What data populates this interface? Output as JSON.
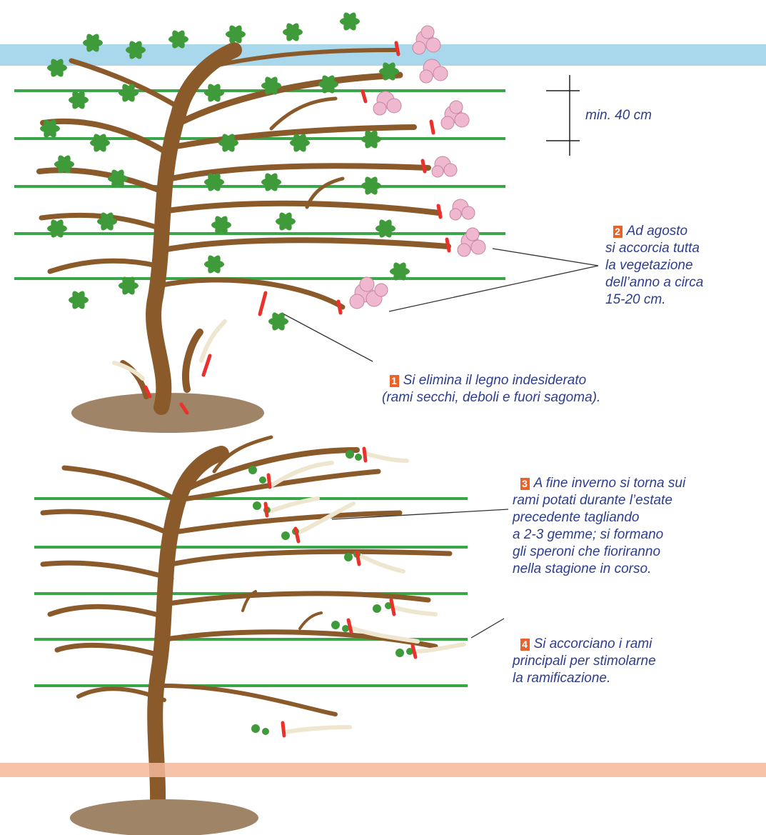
{
  "measurement": {
    "label": "min. 40 cm"
  },
  "notes": [
    {
      "number": "1",
      "text": "Si elimina il legno indesiderato\n(rami secchi, deboli e fuori sagoma)."
    },
    {
      "number": "2",
      "text": "Ad agosto\nsi accorcia tutta\nla vegetazione\ndell’anno a circa\n15-20 cm."
    },
    {
      "number": "3",
      "text": "A fine inverno si torna sui\nrami potati durante l’estate\nprecedente tagliando\na 2-3 gemme; si formano\ngli speroni che fioriranno\nnella stagione in corso."
    },
    {
      "number": "4",
      "text": "Si accorciano i rami\nprincipali per stimolarne\nla ramificazione."
    }
  ],
  "colors": {
    "wire": "#3aa549",
    "trunk": "#8b5a2b",
    "leaf": "#3f9a3a",
    "blossom": "#f0b8cf",
    "cut": "#e8322b",
    "ground": "#a08467",
    "band_top": "#a9d8ec",
    "band_bottom": "#f4b89a",
    "annotation": "#2d3d8e",
    "badge": "#e8622a",
    "cut_shoot": "#efe6cf"
  }
}
